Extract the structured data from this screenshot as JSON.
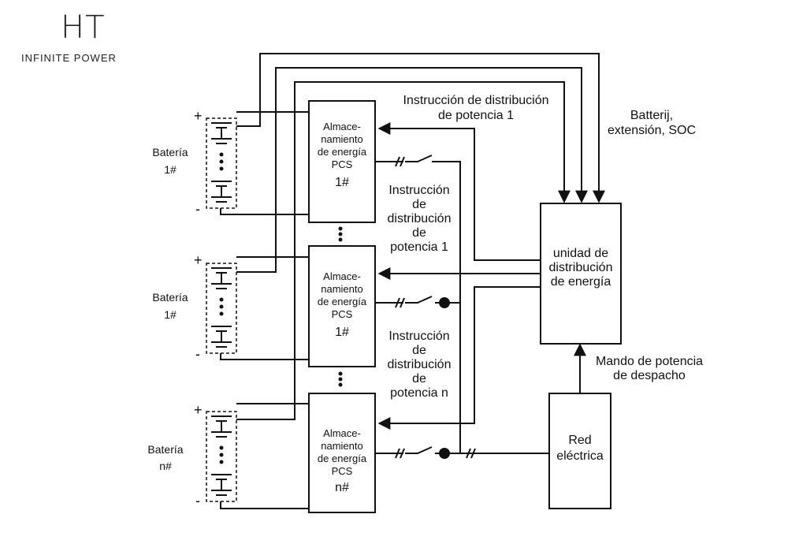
{
  "logo": {
    "mark": "HT",
    "tagline": "INFINITE POWER"
  },
  "batteries": [
    {
      "label": "Batería",
      "id": "1#"
    },
    {
      "label": "Batería",
      "id": "1#"
    },
    {
      "label": "Batería",
      "id": "n#"
    }
  ],
  "polarity": {
    "plus": "+",
    "minus": "-"
  },
  "pcs": [
    {
      "lines": [
        "Almace-",
        "namiento",
        "de energía",
        "PCS"
      ],
      "id": "1#"
    },
    {
      "lines": [
        "Almace-",
        "namiento",
        "de energía",
        "PCS"
      ],
      "id": "1#"
    },
    {
      "lines": [
        "Almace-",
        "namiento",
        "de energía",
        "PCS"
      ],
      "id": "n#"
    }
  ],
  "instructions": {
    "top": [
      "Instrucción de distribución",
      "de potencia 1"
    ],
    "middle": [
      "Instrucción",
      "de",
      "distribución",
      "de",
      "potencia 1"
    ],
    "bottom": [
      "Instrucción",
      "de",
      "distribución",
      "de",
      "potencia n"
    ]
  },
  "feedback_label": [
    "Batterij,",
    "extensión, SOC"
  ],
  "distribution_unit": [
    "unidad de",
    "distribución",
    "de energía"
  ],
  "dispatch_label": [
    "Mando de potencia",
    "de despacho"
  ],
  "grid": [
    "Red",
    "eléctrica"
  ],
  "ellipsis": "⋮"
}
